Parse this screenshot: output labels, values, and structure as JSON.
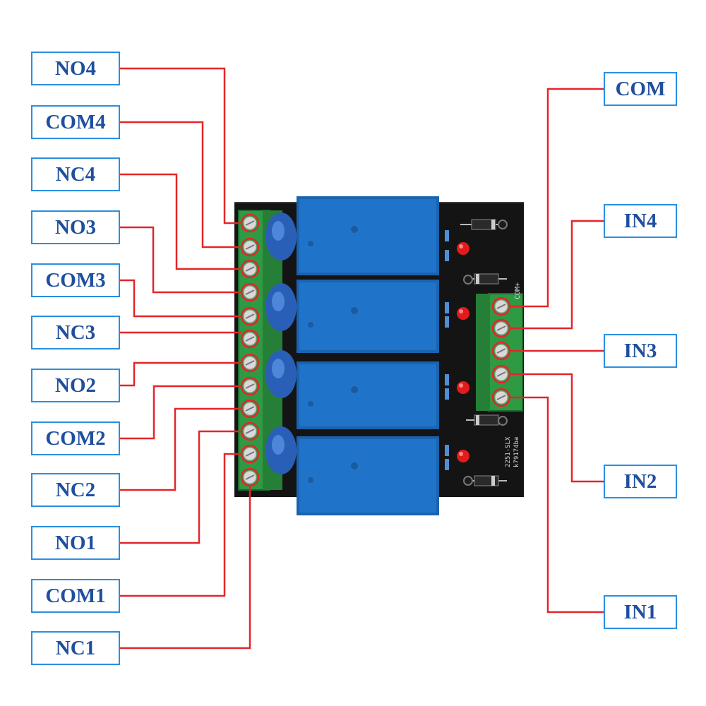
{
  "colors": {
    "label_border": "#2a8fe0",
    "label_text": "#1f4f9e",
    "wire": "#e3262a",
    "pcb": "#141414",
    "relay": "#1f74c9",
    "terminal": "#2f9a44",
    "varistor": "#2a5fb7",
    "led": "#e21b1b"
  },
  "labels_left": [
    {
      "id": "no4",
      "text": "NO4"
    },
    {
      "id": "com4",
      "text": "COM4"
    },
    {
      "id": "nc4",
      "text": "NC4"
    },
    {
      "id": "no3",
      "text": "NO3"
    },
    {
      "id": "com3",
      "text": "COM3"
    },
    {
      "id": "nc3",
      "text": "NC3"
    },
    {
      "id": "no2",
      "text": "NO2"
    },
    {
      "id": "com2",
      "text": "COM2"
    },
    {
      "id": "nc2",
      "text": "NC2"
    },
    {
      "id": "no1",
      "text": "NO1"
    },
    {
      "id": "com1",
      "text": "COM1"
    },
    {
      "id": "nc1",
      "text": "NC1"
    }
  ],
  "labels_right": [
    {
      "id": "com",
      "text": "COM"
    },
    {
      "id": "in4",
      "text": "IN4"
    },
    {
      "id": "in3",
      "text": "IN3"
    },
    {
      "id": "in2",
      "text": "IN2"
    },
    {
      "id": "in1",
      "text": "IN1"
    }
  ],
  "pcb_silkscreen": {
    "vertical_text": "2251-SLX",
    "vertical_text_2": "k79174ba",
    "input_header": "COM+"
  }
}
